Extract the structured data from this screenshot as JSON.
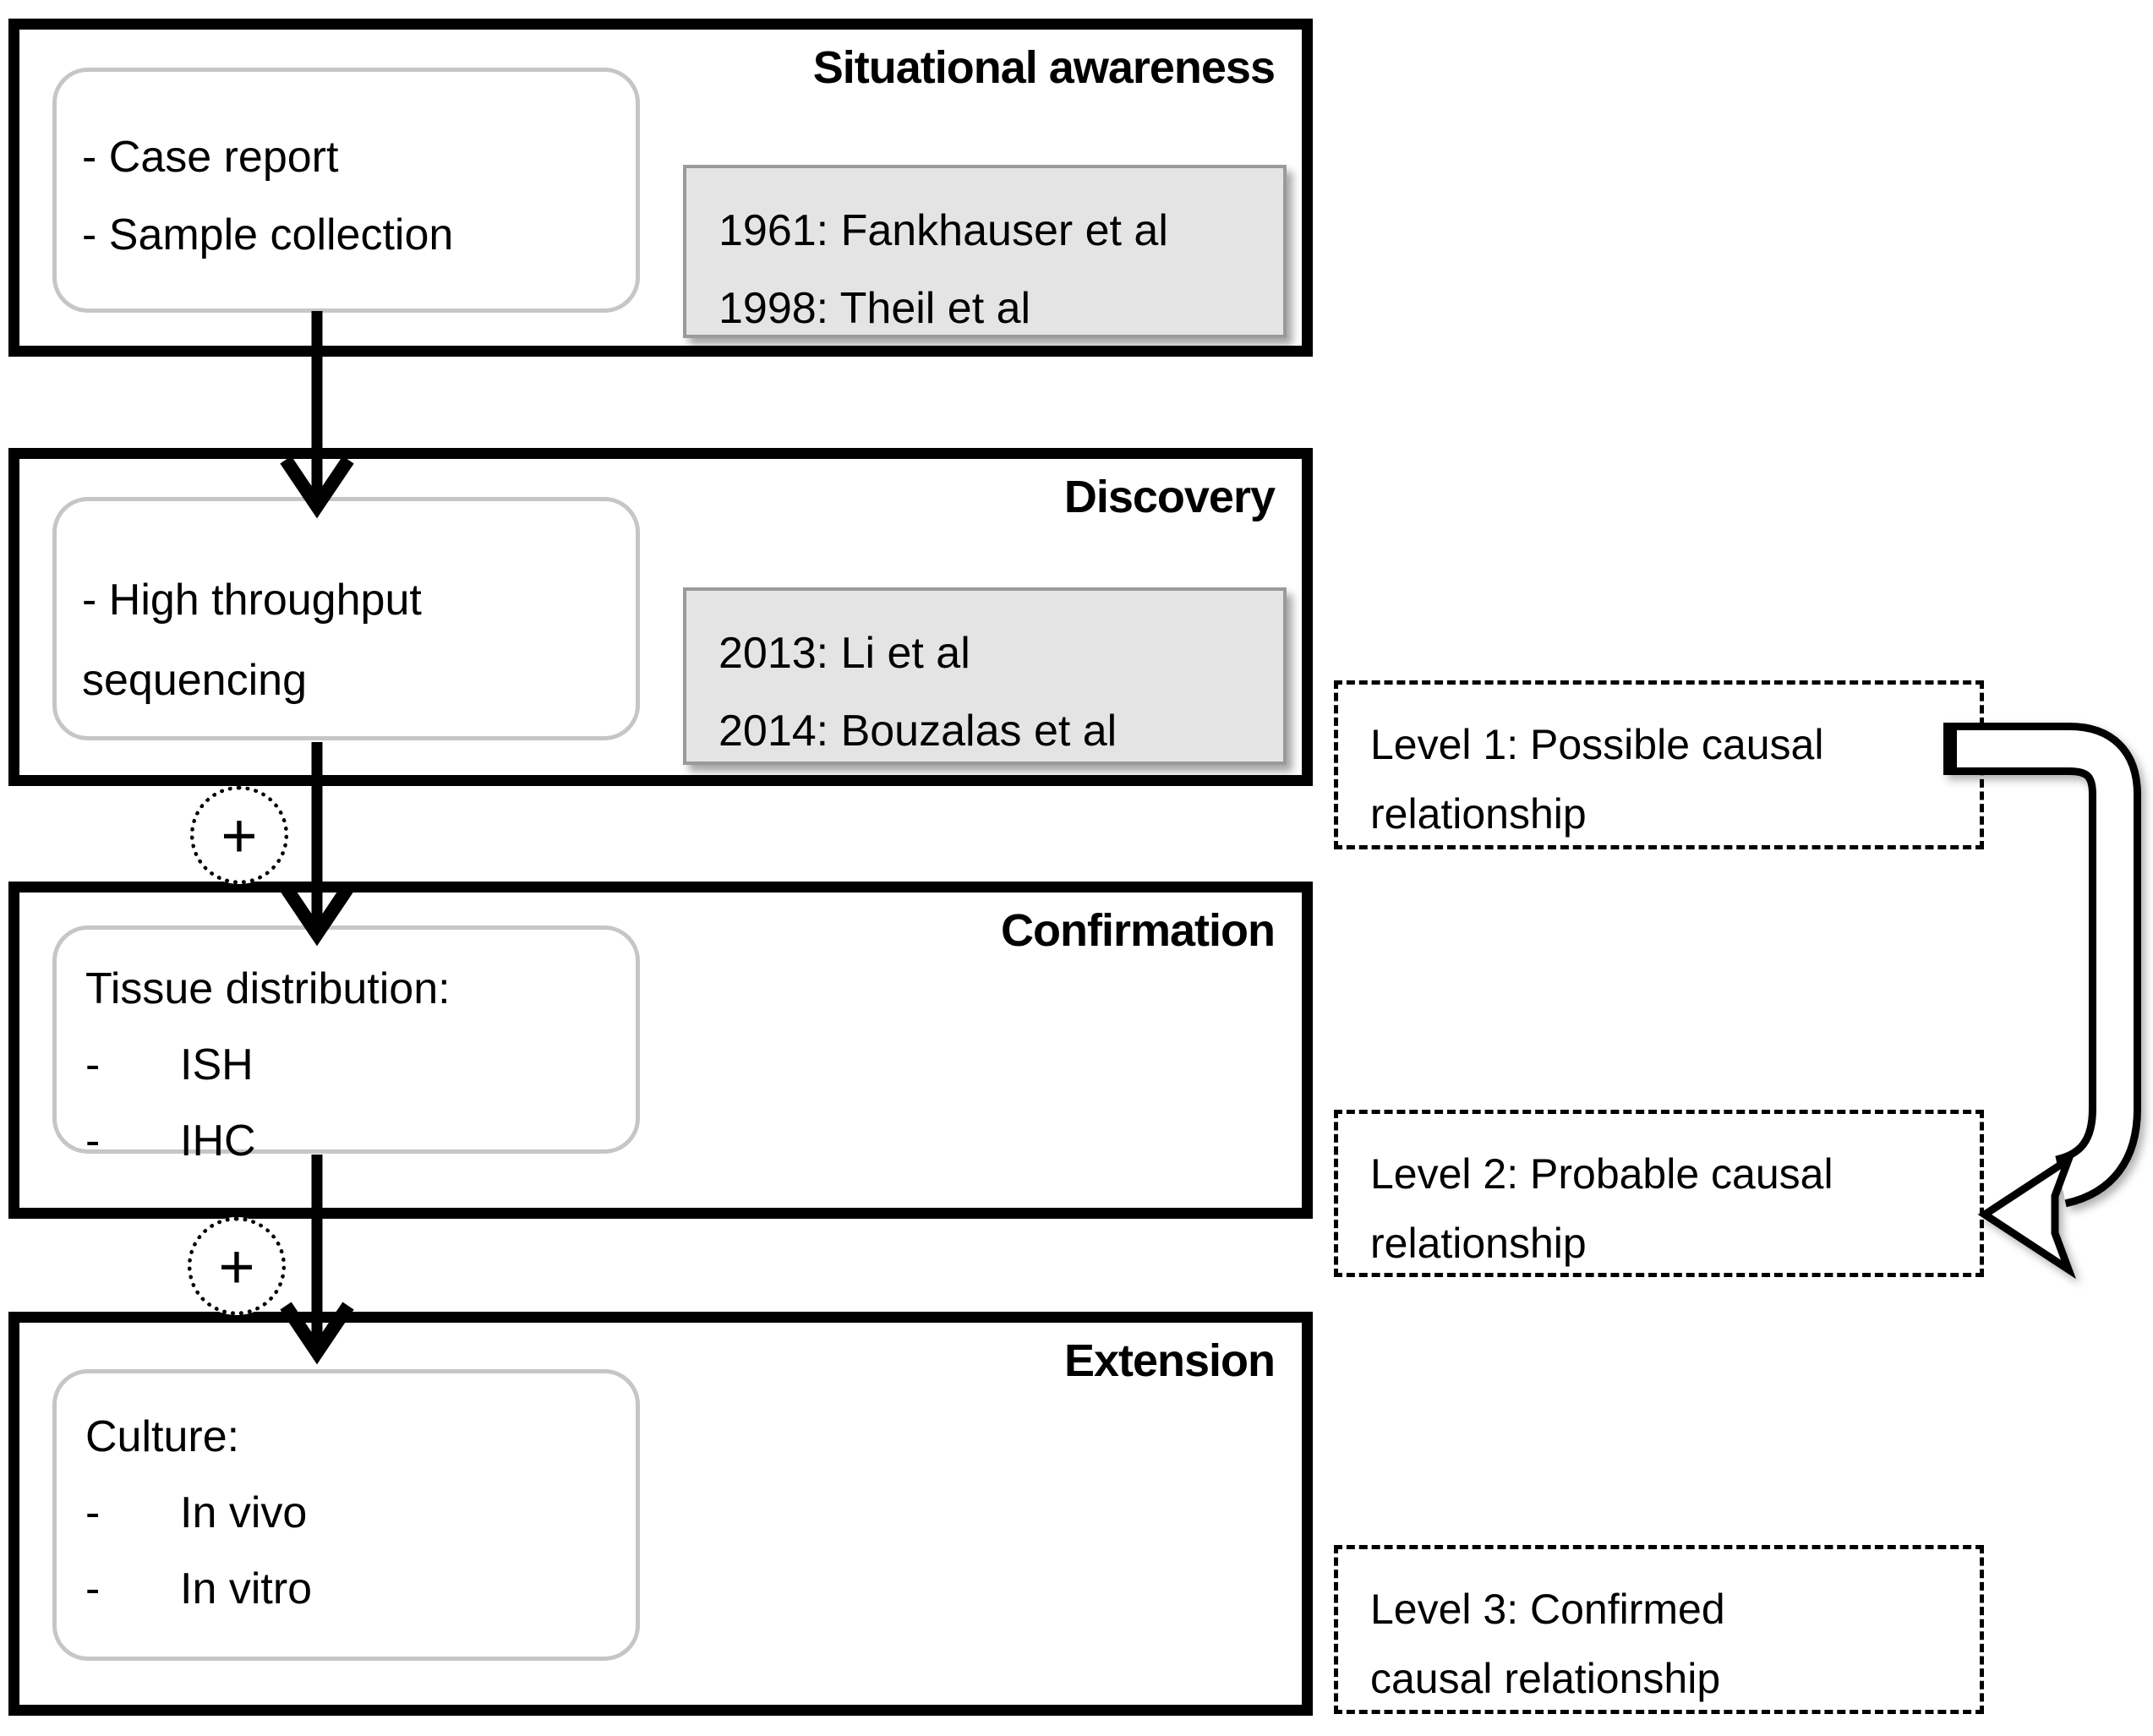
{
  "stages": [
    {
      "title": "Situational awareness",
      "lines": [
        "- Case report",
        "- Sample collection"
      ],
      "refs": [
        "1961: Fankhauser et al",
        "1998: Theil et al"
      ]
    },
    {
      "title": "Discovery",
      "lines": [
        "- High throughput sequencing"
      ],
      "refs": [
        "2013: Li et al",
        "2014: Bouzalas et al"
      ]
    },
    {
      "title": "Confirmation",
      "heading": "Tissue distribution:",
      "bullet": "-",
      "items": [
        "ISH",
        "IHC"
      ]
    },
    {
      "title": "Extension",
      "heading": "Culture:",
      "bullet": "-",
      "items": [
        "In vivo",
        "In vitro"
      ]
    }
  ],
  "levels": [
    {
      "line1": "Level 1: Possible causal",
      "line2": "relationship"
    },
    {
      "line1": "Level 2: Probable causal",
      "line2": "relationship"
    },
    {
      "line1": "Level 3: Confirmed",
      "line2": "causal relationship"
    }
  ],
  "plus_sign": "+",
  "colors": {
    "outline": "#000000",
    "refs_bg": "#e4e4e4",
    "refs_border": "#9a9a9a",
    "inner_border": "#c6c6c6"
  }
}
